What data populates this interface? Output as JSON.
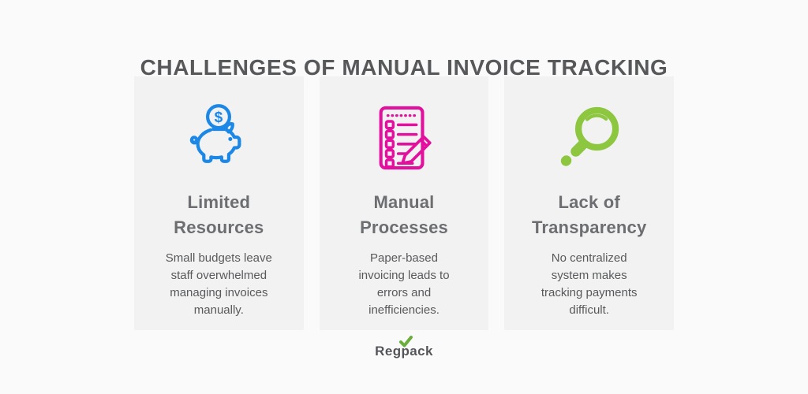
{
  "title": "CHALLENGES OF MANUAL INVOICE TRACKING",
  "colors": {
    "page_background": "#FAFAFA",
    "card_background": "#F2F2F2",
    "title_text": "#57585A",
    "card_title_text": "#6D6E71",
    "body_text": "#58595B"
  },
  "cards": [
    {
      "icon": "piggy-bank-icon",
      "icon_color": "#1B87E6",
      "title": "Limited\nResources",
      "body": "Small budgets leave\nstaff overwhelmed\nmanaging invoices\nmanually."
    },
    {
      "icon": "checklist-pencil-icon",
      "icon_color": "#E3109E",
      "title": "Manual\nProcesses",
      "body": "Paper-based\ninvoicing leads to\nerrors and\ninefficiencies."
    },
    {
      "icon": "magnifying-glass-icon",
      "icon_color": "#8DC63F",
      "title": "Lack of\nTransparency",
      "body": "No centralized\nsystem makes\ntracking payments\ndifficult."
    }
  ],
  "footer": {
    "logo_text": "Regpack",
    "check_color": "#6BAE3B"
  }
}
